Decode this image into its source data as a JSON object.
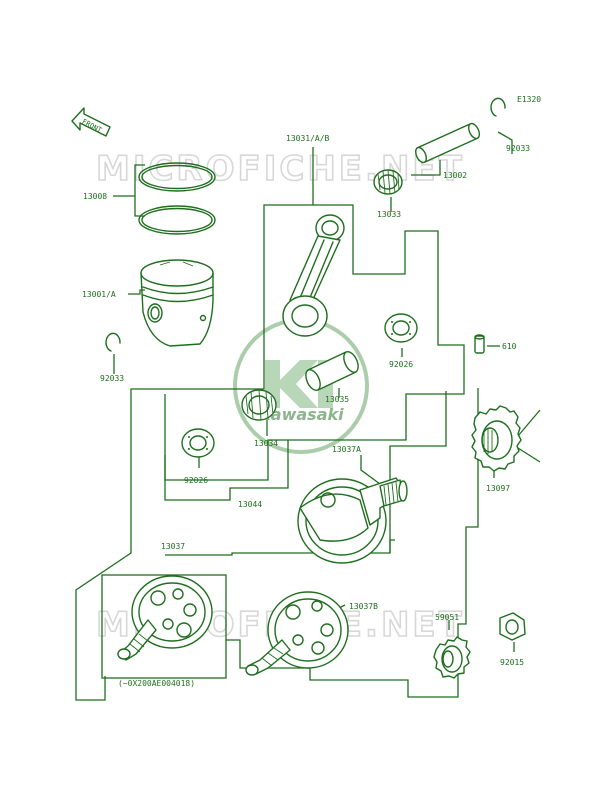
{
  "diagram_code": "E1320",
  "front_label": "FRONT",
  "watermark": "MICROFICHE.NET",
  "brand": {
    "name": "Kawasaki",
    "logo_color": "#2f7a2f",
    "watermark_color": "#d7d7d7"
  },
  "line_color": "#1f6e1f",
  "callouts": {
    "c13031": "13031/A/B",
    "c92033_top": "92033",
    "c13008": "13008",
    "c13002": "13002",
    "c13033": "13033",
    "c13001": "13001/A",
    "c92026_right": "92026",
    "c610": "610",
    "c92033_left": "92033",
    "c13035": "13035",
    "c13034": "13034",
    "c92026_left": "92026",
    "c13037a": "13037A",
    "c13097": "13097",
    "c13044": "13044",
    "c13037": "13037",
    "c13037b": "13037B",
    "c59051": "59051",
    "c92015": "92015",
    "serial_note": "(~0X200AE004018)"
  }
}
